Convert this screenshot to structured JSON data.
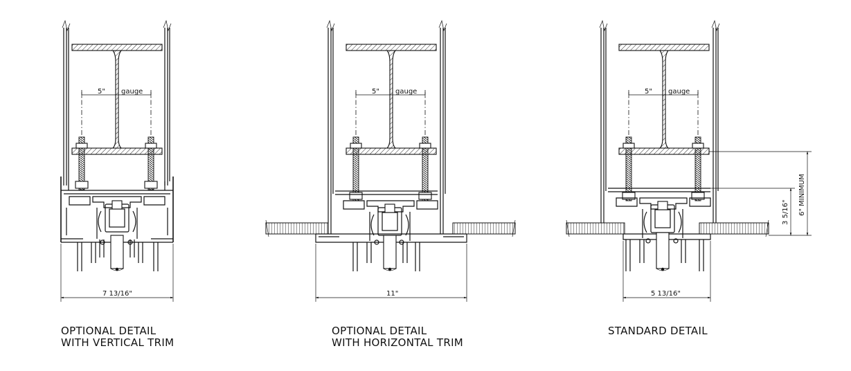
{
  "details": [
    {
      "id": "vertical-trim",
      "gauge_dim": "5\"",
      "gauge_label": "gauge",
      "width_dim": "7 13/16\"",
      "caption": [
        "OPTIONAL DETAIL",
        "WITH VERTICAL TRIM"
      ]
    },
    {
      "id": "horizontal-trim",
      "gauge_dim": "5\"",
      "gauge_label": "gauge",
      "width_dim": "11\"",
      "caption": [
        "OPTIONAL DETAIL",
        "WITH HORIZONTAL TRIM"
      ]
    },
    {
      "id": "standard",
      "gauge_dim": "5\"",
      "gauge_label": "gauge",
      "width_dim": "5 13/16\"",
      "height_dim": "3 5/16\"",
      "minimum_dim": "6\" MINIMUM",
      "caption": [
        "STANDARD DETAIL"
      ]
    }
  ]
}
